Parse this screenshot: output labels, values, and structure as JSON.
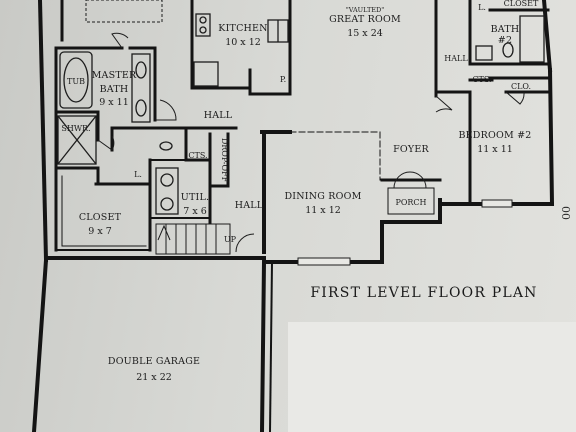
{
  "plan": {
    "title": "FIRST LEVEL FLOOR PLAN",
    "edge_mark": "00"
  },
  "rooms": {
    "kitchen": {
      "name": "KITCHEN",
      "dims": "10 x 12"
    },
    "great_room": {
      "qualifier": "\"VAULTED\"",
      "name": "GREAT ROOM",
      "dims": "15 x 24"
    },
    "master_bath": {
      "name": "MASTER",
      "name2": "BATH",
      "dims": "9 x 11"
    },
    "bath2": {
      "name": "BATH",
      "name2": "#2"
    },
    "closet_top": {
      "name": "CLOSET"
    },
    "bedroom2": {
      "name": "BEDROOM #2",
      "dims": "11 x 11"
    },
    "dining_room": {
      "name": "DINING ROOM",
      "dims": "11 x 12"
    },
    "closet": {
      "name": "CLOSET",
      "dims": "9 x 7"
    },
    "util": {
      "name": "UTIL.",
      "dims": "7 x 6"
    },
    "double_garage": {
      "name": "DOUBLE GARAGE",
      "dims": "21 x 22"
    },
    "foyer": {
      "name": "FOYER"
    },
    "porch": {
      "name": "PORCH"
    }
  },
  "labels": {
    "tub": "TUB",
    "shower": "SHWR.",
    "hall_center": "HALL",
    "hall_lower": "HALL",
    "hall_right": "HALL",
    "cts_left": "CTS.",
    "cts_right": "CTS.",
    "clo": "CLO.",
    "drop_off": "DROP-OFF",
    "pantry": "P.",
    "linen_left": "L.",
    "linen_top": "L.",
    "stairs_up": "UP"
  }
}
